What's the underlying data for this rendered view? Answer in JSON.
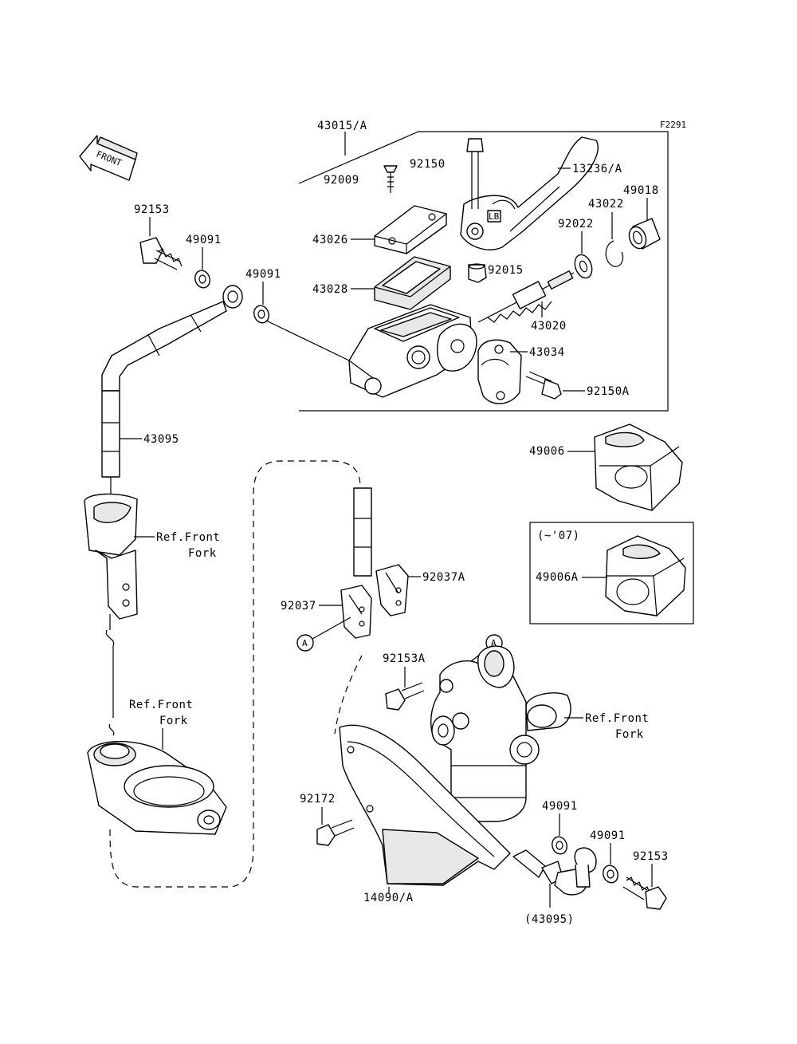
{
  "figure_code": "F2291",
  "front_arrow": "FRONT",
  "callout": "A",
  "labels": {
    "p43015A": "43015/A",
    "p92009": "92009",
    "p92150": "92150",
    "p13236A": "13236/A",
    "p49018": "49018",
    "p43022": "43022",
    "p92022": "92022",
    "p43026": "43026",
    "p92015": "92015",
    "p43028": "43028",
    "p43020": "43020",
    "p43034": "43034",
    "p92150A": "92150A",
    "p49006": "49006",
    "p07": "(~'07)",
    "p49006A": "49006A",
    "p92153_top": "92153",
    "p49091_top": "49091",
    "p49091_mid": "49091",
    "p43095": "43095",
    "ref1a": "Ref.Front",
    "ref1b": "Fork",
    "ref2a": "Ref.Front",
    "ref2b": "Fork",
    "ref3a": "Ref.Front",
    "ref3b": "Fork",
    "p92037A": "92037A",
    "p92037": "92037",
    "p92153A": "92153A",
    "p92172": "92172",
    "p14090A": "14090/A",
    "p49091_b1": "49091",
    "p49091_b2": "49091",
    "p92153_b": "92153",
    "p43095_b": "(43095)",
    "lever_mark": "LB"
  }
}
